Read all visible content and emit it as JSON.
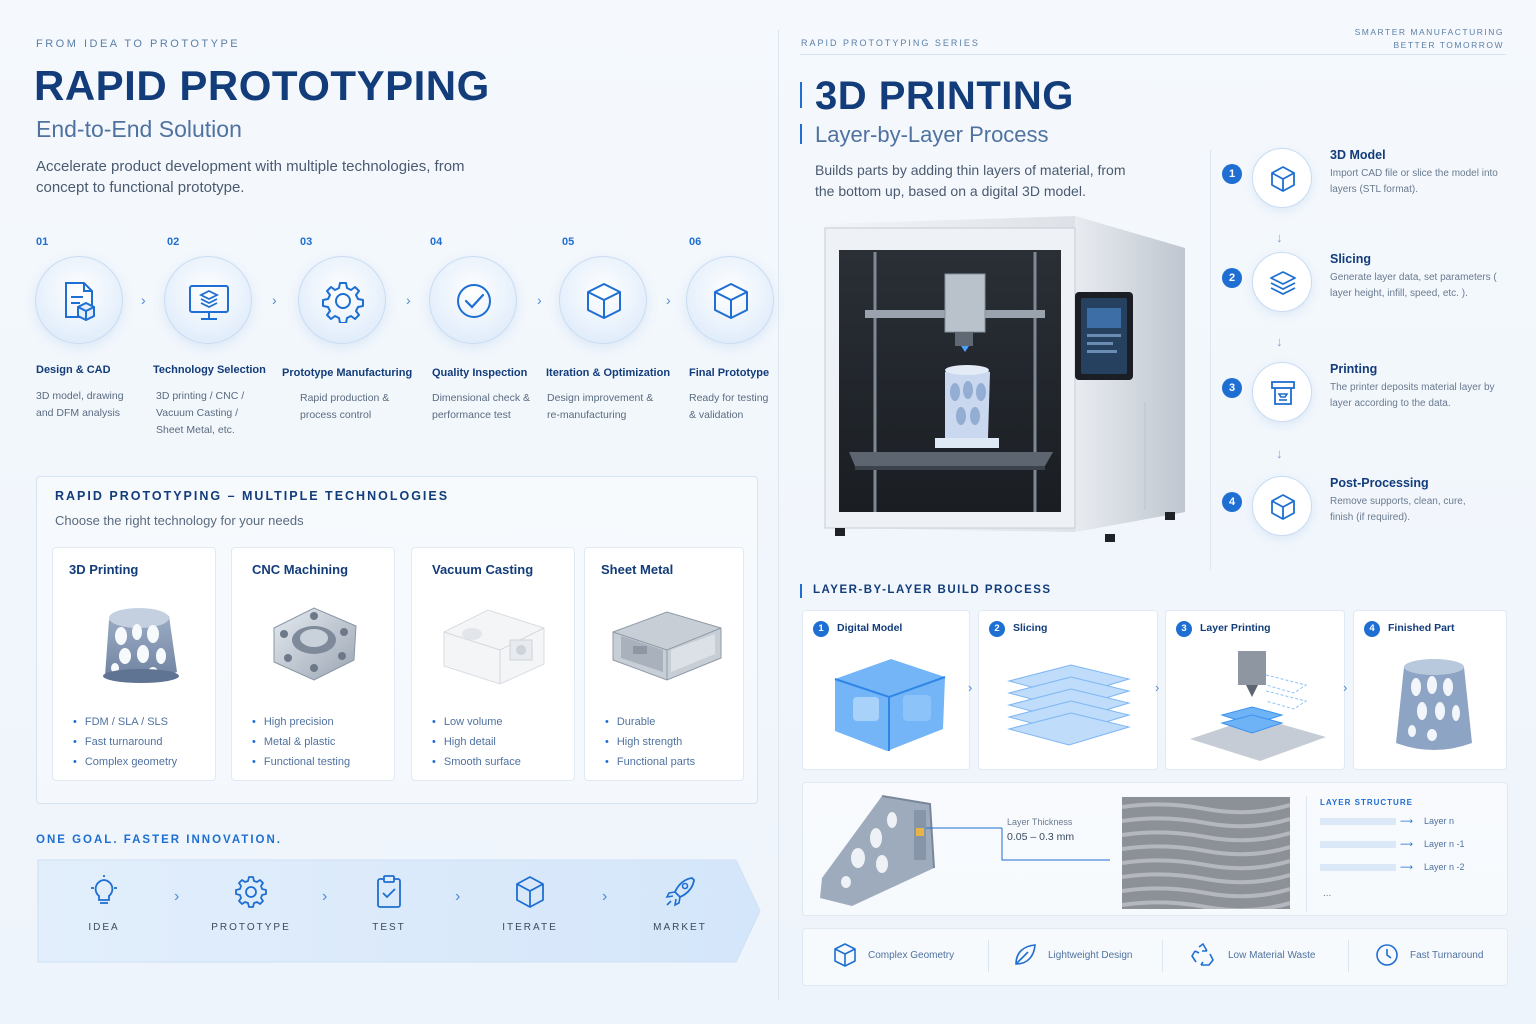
{
  "left": {
    "kicker": "FROM IDEA TO PROTOTYPE",
    "title": "RAPID PROTOTYPING",
    "subtitle": "End-to-End Solution",
    "description": "Accelerate product development with multiple technologies, from concept to functional prototype.",
    "steps": [
      {
        "num": "01",
        "title": "Design & CAD",
        "desc": "3D model, drawing and DFM analysis",
        "icon": "document-cube-icon"
      },
      {
        "num": "02",
        "title": "Technology Selection",
        "desc": "3D printing / CNC / Vacuum Casting / Sheet Metal, etc.",
        "icon": "monitor-layers-icon"
      },
      {
        "num": "03",
        "title": "Prototype Manufacturing",
        "desc": "Rapid production & process control",
        "icon": "gear-icon"
      },
      {
        "num": "04",
        "title": "Quality Inspection",
        "desc": "Dimensional check & performance test",
        "icon": "check-circle-icon"
      },
      {
        "num": "05",
        "title": "Iteration & Optimization",
        "desc": "Design improvement & re-manufacturing",
        "icon": "cube-icon"
      },
      {
        "num": "06",
        "title": "Final Prototype",
        "desc": "Ready for testing & validation",
        "icon": "cube-icon"
      }
    ],
    "technologies": {
      "heading": "RAPID PROTOTYPING – MULTIPLE TECHNOLOGIES",
      "subheading": "Choose the right technology for your needs",
      "cards": [
        {
          "title": "3D Printing",
          "features": [
            "FDM / SLA / SLS",
            "Fast turnaround",
            "Complex geometry"
          ]
        },
        {
          "title": "CNC Machining",
          "features": [
            "High precision",
            "Metal & plastic",
            "Functional testing"
          ]
        },
        {
          "title": "Vacuum Casting",
          "features": [
            "Low volume",
            "High detail",
            "Smooth surface"
          ]
        },
        {
          "title": "Sheet Metal",
          "features": [
            "Durable",
            "High strength",
            "Functional parts"
          ]
        }
      ]
    },
    "goal": {
      "heading": "ONE GOAL. FASTER INNOVATION.",
      "stages": [
        {
          "label": "IDEA",
          "icon": "lightbulb-icon"
        },
        {
          "label": "PROTOTYPE",
          "icon": "gear-icon"
        },
        {
          "label": "TEST",
          "icon": "clipboard-check-icon"
        },
        {
          "label": "ITERATE",
          "icon": "cube-icon"
        },
        {
          "label": "MARKET",
          "icon": "rocket-icon"
        }
      ]
    }
  },
  "right": {
    "kicker": "RAPID PROTOTYPING SERIES",
    "tagline_1": "SMARTER MANUFACTURING",
    "tagline_2": "BETTER TOMORROW",
    "title": "3D PRINTING",
    "subtitle": "Layer-by-Layer Process",
    "description": "Builds parts by adding thin layers of material, from the bottom up, based on a digital 3D model.",
    "process": [
      {
        "num": "1",
        "title": "3D Model",
        "desc": "Import CAD file or slice the model into layers (STL format).",
        "icon": "cube-icon"
      },
      {
        "num": "2",
        "title": "Slicing",
        "desc": "Generate layer data, set parameters ( layer height, infill, speed, etc. ).",
        "icon": "layers-icon"
      },
      {
        "num": "3",
        "title": "Printing",
        "desc": "The printer deposits material layer by layer according to the data.",
        "icon": "print-head-icon"
      },
      {
        "num": "4",
        "title": "Post-Processing",
        "desc": "Remove supports, clean, cure, finish (if required).",
        "icon": "cube-icon"
      }
    ],
    "build": {
      "heading": "LAYER-BY-LAYER BUILD PROCESS",
      "steps": [
        {
          "num": "1",
          "title": "Digital Model"
        },
        {
          "num": "2",
          "title": "Slicing"
        },
        {
          "num": "3",
          "title": "Layer Printing"
        },
        {
          "num": "4",
          "title": "Finished Part"
        }
      ]
    },
    "layer": {
      "thickness_label": "Layer Thickness",
      "thickness_value": "0.05 – 0.3 mm",
      "structure_title": "LAYER STRUCTURE",
      "rows": [
        "Layer n",
        "Layer n -1",
        "Layer n -2"
      ],
      "more": "..."
    },
    "benefits": [
      {
        "label": "Complex Geometry",
        "icon": "cube-icon"
      },
      {
        "label": "Lightweight Design",
        "icon": "leaf-icon"
      },
      {
        "label": "Low Material Waste",
        "icon": "recycle-icon"
      },
      {
        "label": "Fast Turnaround",
        "icon": "clock-icon"
      }
    ]
  },
  "colors": {
    "navy": "#123c7a",
    "accent": "#1e6fd1",
    "background": "#f5f9fd"
  }
}
